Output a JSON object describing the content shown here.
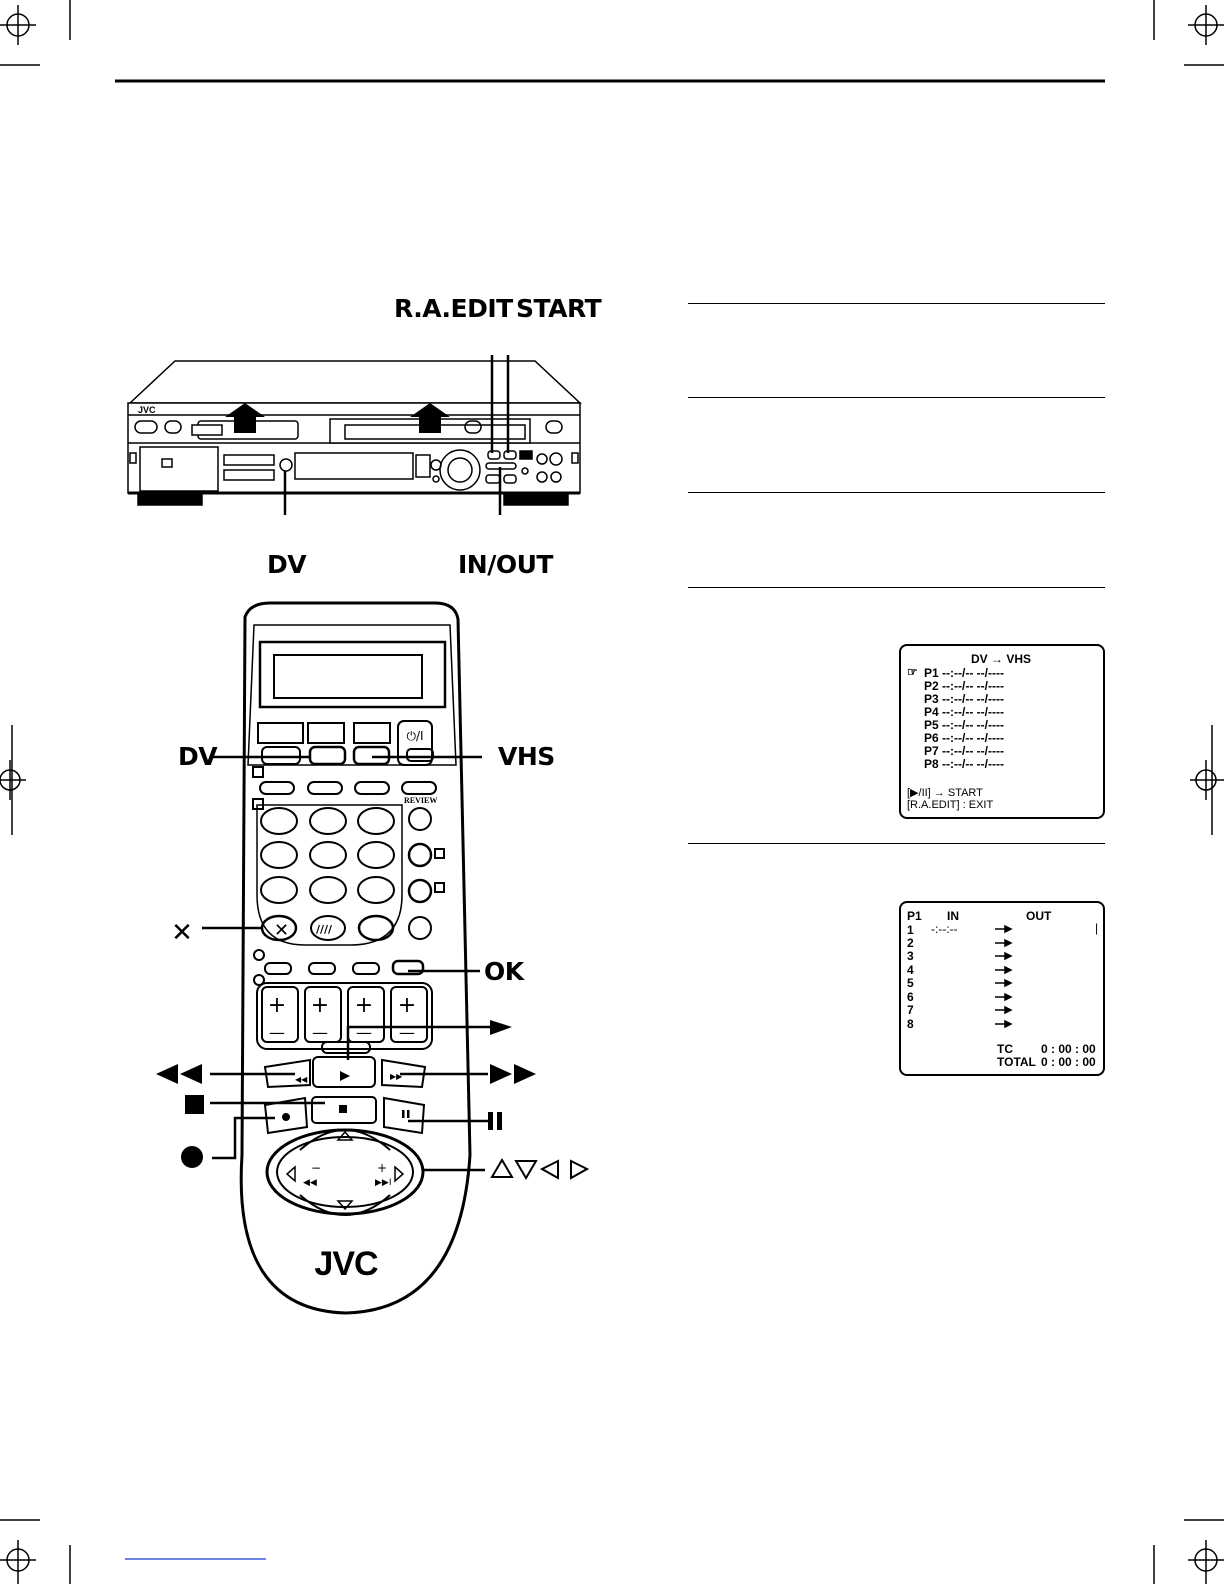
{
  "callouts": {
    "ra_edit": "R.A.EDIT",
    "start": "START",
    "dv_front": "DV",
    "in_out": "IN/OUT",
    "dv_remote": "DV",
    "vhs_remote": "VHS",
    "ok": "OK"
  },
  "deck": {
    "brand": "JVC"
  },
  "remote": {
    "brand": "JVC",
    "power_label": "⏻/I",
    "review_label": "REVIEW"
  },
  "osd_program": {
    "title": "DV → VHS",
    "rows": [
      {
        "label": "P1",
        "value": "--:--/-- --/----"
      },
      {
        "label": "P2",
        "value": "--:--/-- --/----"
      },
      {
        "label": "P3",
        "value": "--:--/-- --/----"
      },
      {
        "label": "P4",
        "value": "--:--/-- --/----"
      },
      {
        "label": "P5",
        "value": "--:--/-- --/----"
      },
      {
        "label": "P6",
        "value": "--:--/-- --/----"
      },
      {
        "label": "P7",
        "value": "--:--/-- --/----"
      },
      {
        "label": "P8",
        "value": "--:--/-- --/----"
      }
    ],
    "footer1": "[▶/II] → START",
    "footer2": "[R.A.EDIT] : EXIT"
  },
  "osd_inout": {
    "prog": "P1",
    "in_label": "IN",
    "out_label": "OUT",
    "first_in": "-:--:--",
    "rows": [
      "1",
      "2",
      "3",
      "4",
      "5",
      "6",
      "7",
      "8"
    ],
    "tc_label": "TC",
    "tc_value": "0 : 00 : 00",
    "total_label": "TOTAL",
    "total_value": "0 : 00 : 00"
  },
  "colors": {
    "ink": "#000000",
    "link_blue": "#3b5bdb"
  }
}
